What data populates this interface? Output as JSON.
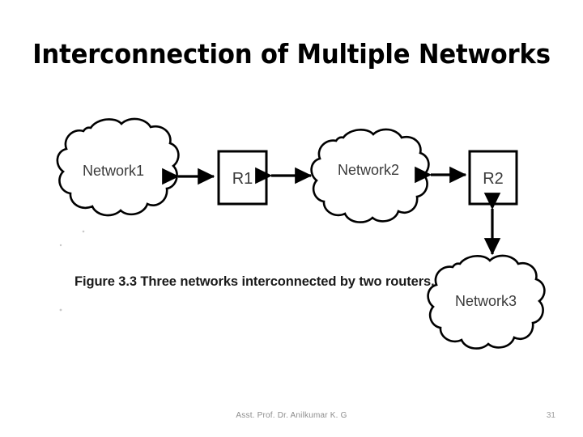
{
  "slide": {
    "title": "Interconnection of Multiple Networks",
    "background_color": "#ffffff",
    "title_color": "#000000"
  },
  "diagram": {
    "caption": "Figure 3.3 Three networks interconnected by two routers.",
    "label_color": "#3b3b3b",
    "stroke_color": "#000000",
    "nodes": [
      {
        "id": "network1",
        "type": "cloud",
        "label": "Network1"
      },
      {
        "id": "r1",
        "type": "router",
        "label": "R1"
      },
      {
        "id": "network2",
        "type": "cloud",
        "label": "Network2"
      },
      {
        "id": "r2",
        "type": "router",
        "label": "R2"
      },
      {
        "id": "network3",
        "type": "cloud",
        "label": "Network3"
      }
    ],
    "links": [
      {
        "id": "link-network1-r1",
        "from": "network1",
        "to": "r1",
        "arrow": "double",
        "orientation": "horizontal"
      },
      {
        "id": "link-r1-network2",
        "from": "r1",
        "to": "network2",
        "arrow": "double",
        "orientation": "horizontal"
      },
      {
        "id": "link-network2-r2",
        "from": "network2",
        "to": "r2",
        "arrow": "double",
        "orientation": "horizontal"
      },
      {
        "id": "link-r2-network3",
        "from": "r2",
        "to": "network3",
        "arrow": "double",
        "orientation": "vertical"
      }
    ]
  },
  "footer": {
    "author": "Asst. Prof. Dr. Anilkumar K. G",
    "page_number": "31"
  }
}
